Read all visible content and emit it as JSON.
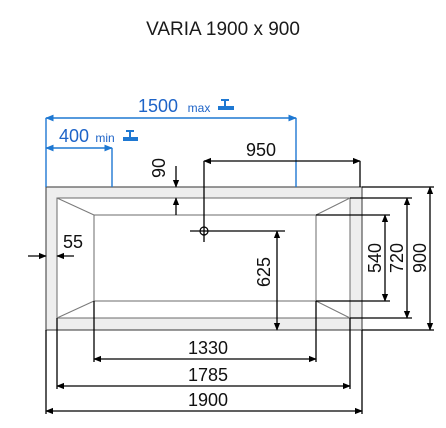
{
  "title": "VARIA 1900 x 900",
  "tap_max": {
    "value": "1500",
    "suffix": "max"
  },
  "tap_min": {
    "value": "400",
    "suffix": "min"
  },
  "dims": {
    "d950": "950",
    "d90": "90",
    "d55": "55",
    "d625": "625",
    "d540": "540",
    "d720": "720",
    "d900": "900",
    "d1330": "1330",
    "d1785": "1785",
    "d1900": "1900"
  },
  "colors": {
    "accent": "#1e78d2",
    "line": "#000000",
    "tub": "#eeeeee"
  },
  "icons": [
    "tap-icon",
    "drain-icon",
    "arrow-icon"
  ]
}
